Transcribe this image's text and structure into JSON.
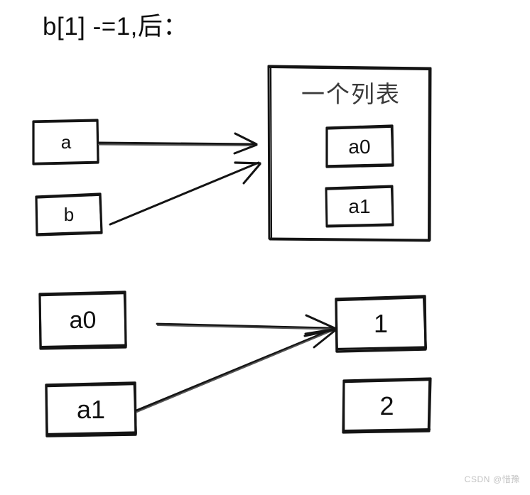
{
  "page": {
    "title": "b[1] -=1,后：",
    "background": "#ffffff",
    "ink": "#111111",
    "watermark": "CSDN @惜豫"
  },
  "upper_diagram": {
    "variables": [
      {
        "name": "var-a",
        "label": "a"
      },
      {
        "name": "var-b",
        "label": "b"
      }
    ],
    "list_container": {
      "title": "一个列表",
      "items": [
        {
          "name": "list-item-a0",
          "label": "a0"
        },
        {
          "name": "list-item-a1",
          "label": "a1"
        }
      ]
    },
    "arrows": [
      {
        "name": "arrow-a-to-list",
        "from": "a",
        "to": "一个列表"
      },
      {
        "name": "arrow-b-to-list",
        "from": "b",
        "to": "一个列表"
      }
    ]
  },
  "lower_diagram": {
    "references": [
      {
        "name": "ref-a0",
        "label": "a0"
      },
      {
        "name": "ref-a1",
        "label": "a1"
      }
    ],
    "values": [
      {
        "name": "value-1",
        "label": "1"
      },
      {
        "name": "value-2",
        "label": "2"
      }
    ],
    "arrows": [
      {
        "name": "arrow-a0-to-value1",
        "from": "a0",
        "to": "1"
      },
      {
        "name": "arrow-a1-to-value1",
        "from": "a1",
        "to": "1"
      }
    ]
  }
}
